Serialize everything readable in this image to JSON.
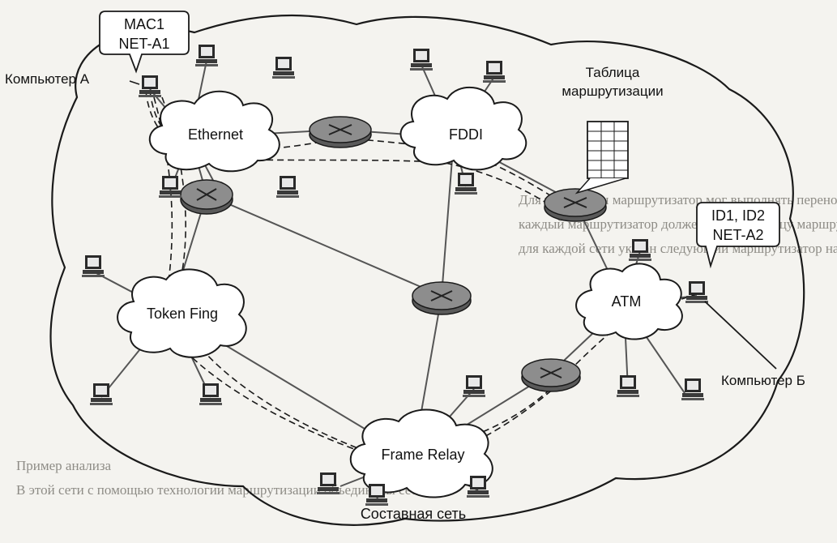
{
  "diagram": {
    "network_label": "Составная сеть",
    "clouds": {
      "ethernet": "Ethernet",
      "fddi": "FDDI",
      "token_ring": "Token Fing",
      "atm": "ATM",
      "frame_relay": "Frame Relay"
    },
    "computer_a": {
      "label": "Компьютер А",
      "callout": [
        "MAC1",
        "NET-A1"
      ]
    },
    "computer_b": {
      "label": "Компьютер Б",
      "callout": [
        "ID1, ID2",
        "NET-A2"
      ]
    },
    "routing_table": {
      "label_lines": [
        "Таблица",
        "маршрутизации"
      ]
    }
  },
  "background_text_lines": [
    "Для того чтобы маршрутизатор мог выполнять перенос пакетов между сетями,",
    "каждый маршрутизатор должен иметь таблицу маршрутизации, в которой",
    "для каждой сети указан следующий маршрутизатор на пути к ней.",
    "Пример анализа",
    "В этой сети с помощью технологии маршрутизации объединены сети"
  ],
  "colors": {
    "background": "#f4f3ef",
    "ink": "#1a1a1a",
    "router_fill": "#8d8d8d",
    "cloud_fill": "#ffffff",
    "faint_text": "#8e8c86"
  }
}
